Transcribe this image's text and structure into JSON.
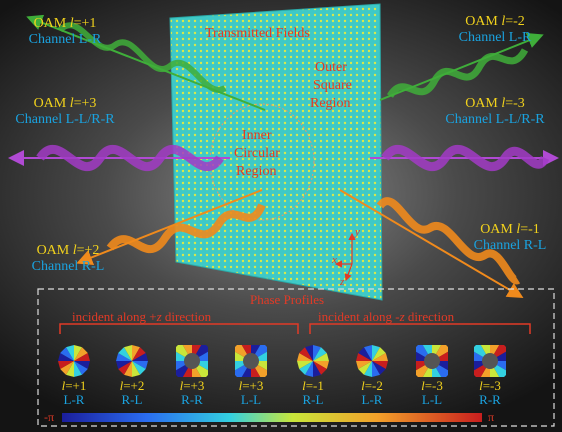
{
  "center": {
    "title": "Transmitted Fields",
    "outer": [
      "Outer",
      "Square",
      "Region"
    ],
    "inner": [
      "Inner",
      "Circular",
      "Region"
    ]
  },
  "beams": {
    "top_left": {
      "oam_prefix": "OAM ",
      "l": "l",
      "val": "=+1",
      "channel": "Channel L-R",
      "color": "#3fae3a"
    },
    "top_right": {
      "oam_prefix": "OAM ",
      "l": "l",
      "val": "=-2",
      "channel": "Channel L-R",
      "color": "#3fae3a"
    },
    "mid_left": {
      "oam_prefix": "OAM ",
      "l": "l",
      "val": "=+3",
      "channel": "Channel L-L/R-R",
      "color": "#a23bc6"
    },
    "mid_right": {
      "oam_prefix": "OAM ",
      "l": "l",
      "val": "=-3",
      "channel": "Channel L-L/R-R",
      "color": "#a23bc6"
    },
    "low_left": {
      "oam_prefix": "OAM ",
      "l": "l",
      "val": "=+2",
      "channel": "Channel R-L",
      "color": "#f08a1c"
    },
    "low_right": {
      "oam_prefix": "OAM ",
      "l": "l",
      "val": "=-1",
      "channel": "Channel R-L",
      "color": "#f08a1c"
    }
  },
  "axes": {
    "x": "x",
    "y": "y",
    "z": "z"
  },
  "phase": {
    "title": "Phase Profiles",
    "incident_plus": {
      "pre": "incident along +",
      "var": "z",
      "post": " direction"
    },
    "incident_minus": {
      "pre": "incident along -",
      "var": "z",
      "post": " direction"
    },
    "items": [
      {
        "l": "l",
        "val": "=+1",
        "pol": "L-R",
        "shape": "circle"
      },
      {
        "l": "l",
        "val": "=+2",
        "pol": "R-L",
        "shape": "circle"
      },
      {
        "l": "l",
        "val": "=+3",
        "pol": "R-R",
        "shape": "square"
      },
      {
        "l": "l",
        "val": "=+3",
        "pol": "L-L",
        "shape": "square"
      },
      {
        "l": "l",
        "val": "=-1",
        "pol": "R-L",
        "shape": "circle"
      },
      {
        "l": "l",
        "val": "=-2",
        "pol": "L-R",
        "shape": "circle"
      },
      {
        "l": "l",
        "val": "=-3",
        "pol": "L-L",
        "shape": "square"
      },
      {
        "l": "l",
        "val": "=-3",
        "pol": "R-R",
        "shape": "square"
      }
    ],
    "colorbar_min": "-π",
    "colorbar_max": "π"
  }
}
